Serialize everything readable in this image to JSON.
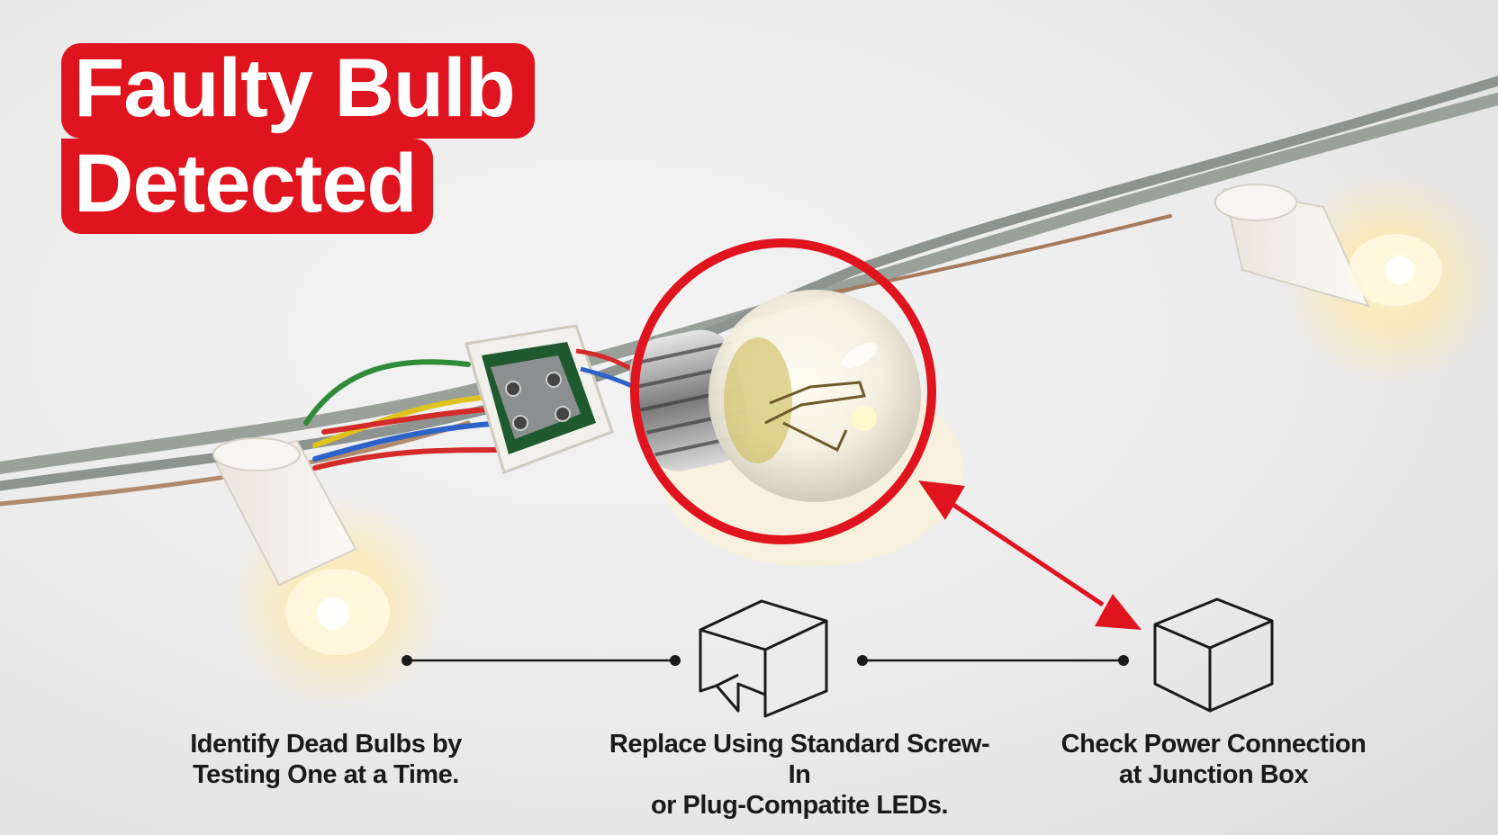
{
  "title": {
    "line1": "Faulty Bulb",
    "line2": "Detected"
  },
  "steps": [
    {
      "line1": "Identify Dead Bulbs by",
      "line2": "Testing One at a Time."
    },
    {
      "line1": "Replace Using Standard Screw-In",
      "line2": "or Plug-Compatite LEDs."
    },
    {
      "line1": "Check Power Connection",
      "line2": "at Junction Box"
    }
  ],
  "colors": {
    "accent": "#e0141f",
    "ink": "#1a1a1a",
    "background": "#ececec"
  },
  "icons": [
    "open-box-icon",
    "closed-box-icon"
  ]
}
